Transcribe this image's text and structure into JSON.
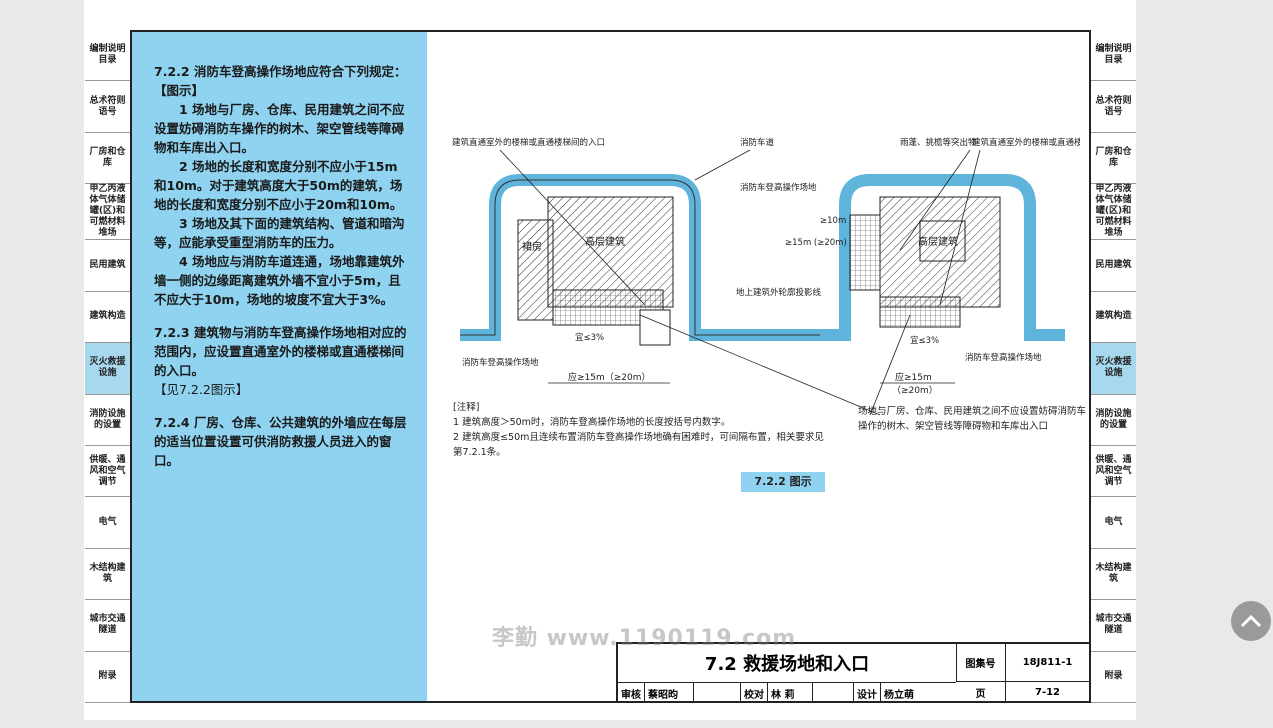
{
  "left_tabs": [
    "编制说明目录",
    "总术符则语号",
    "厂房和仓库",
    "甲乙丙液体气体储罐(区)和可燃材料堆场",
    "民用建筑",
    "建筑构造",
    "灭火救援设施",
    "消防设施的设置",
    "供暖、通风和空气调节",
    "电气",
    "木结构建筑",
    "城市交通隧道",
    "附录"
  ],
  "right_tabs": [
    "编制说明目录",
    "总术符则语号",
    "厂房和仓库",
    "甲乙丙液体气体储罐(区)和可燃材料堆场",
    "民用建筑",
    "建筑构造",
    "灭火救援设施",
    "消防设施的设置",
    "供暖、通风和空气调节",
    "电气",
    "木结构建筑",
    "城市交通隧道",
    "附录"
  ],
  "text": {
    "s722_head": "7.2.2  消防车登高操作场地应符合下列规定：【图示】",
    "s722_1": "1 场地与厂房、仓库、民用建筑之间不应设置妨碍消防车操作的树木、架空管线等障碍物和车库出入口。",
    "s722_2": "2 场地的长度和宽度分别不应小于15m和10m。对于建筑高度大于50m的建筑，场地的长度和宽度分别不应小于20m和10m。",
    "s722_3": "3 场地及其下面的建筑结构、管道和暗沟等，应能承受重型消防车的压力。",
    "s722_4": "4 场地应与消防车道连通，场地靠建筑外墙一侧的边缘距离建筑外墙不宜小于5m，且不应大于10m，场地的坡度不宜大于3%。",
    "s723": "7.2.3  建筑物与消防车登高操作场地相对应的范围内，应设置直通室外的楼梯或直通楼梯间的入口。",
    "s723_ref": "【见7.2.2图示】",
    "s724": "7.2.4  厂房、仓库、公共建筑的外墙应在每层的适当位置设置可供消防救援人员进入的窗口。"
  },
  "diagram": {
    "label_stair_left": "建筑直通室外的楼梯或直通楼梯间的入口",
    "label_fire_road": "消防车道",
    "label_canopy": "雨蓬、挑檐等突出物",
    "label_stair_right": "建筑直通室外的楼梯或直通楼梯间的入口",
    "label_site_mid": "消防车登高操作场地",
    "label_podium": "裙房",
    "label_highrise": "高层建筑",
    "label_ge10": "≥10m",
    "label_ge15": "≥15m (≥20m)",
    "label_projection": "地上建筑外轮廓投影线",
    "label_slope": "宜≤3%",
    "label_site_left": "消防车登高操作场地",
    "label_site_right": "消防车登高操作场地",
    "label_len_left": "应≥15m（≥20m）",
    "label_len_right": "应≥15m",
    "label_len_right2": "（≥20m）"
  },
  "notes": {
    "head": "[注释]",
    "n1": "1  建筑高度＞50m时，消防车登高操作场地的长度按括号内数字。",
    "n2": "2  建筑高度≤50m且连续布置消防车登高操作场地确有困难时，可间隔布置，相关要求见第7.2.1条。",
    "right": "场地与厂房、仓库、民用建筑之间不应设置妨碍消防车操作的树木、架空管线等障碍物和车库出入口"
  },
  "figure_caption": "7.2.2 图示",
  "title_block": {
    "title": "7.2  救援场地和入口",
    "atlas_label": "图集号",
    "atlas_no": "18J811-1",
    "page_label": "页",
    "page_no": "7-12",
    "review": "审核",
    "reviewer": "蔡昭昀",
    "check": "校对",
    "checker": "林 莉",
    "design": "设计",
    "designer": "杨立萌"
  },
  "watermark": "李勤 www.1190119.com",
  "colors": {
    "panel": "#8fd3f0",
    "frame": "#222222",
    "road": "#5fb4dc"
  }
}
